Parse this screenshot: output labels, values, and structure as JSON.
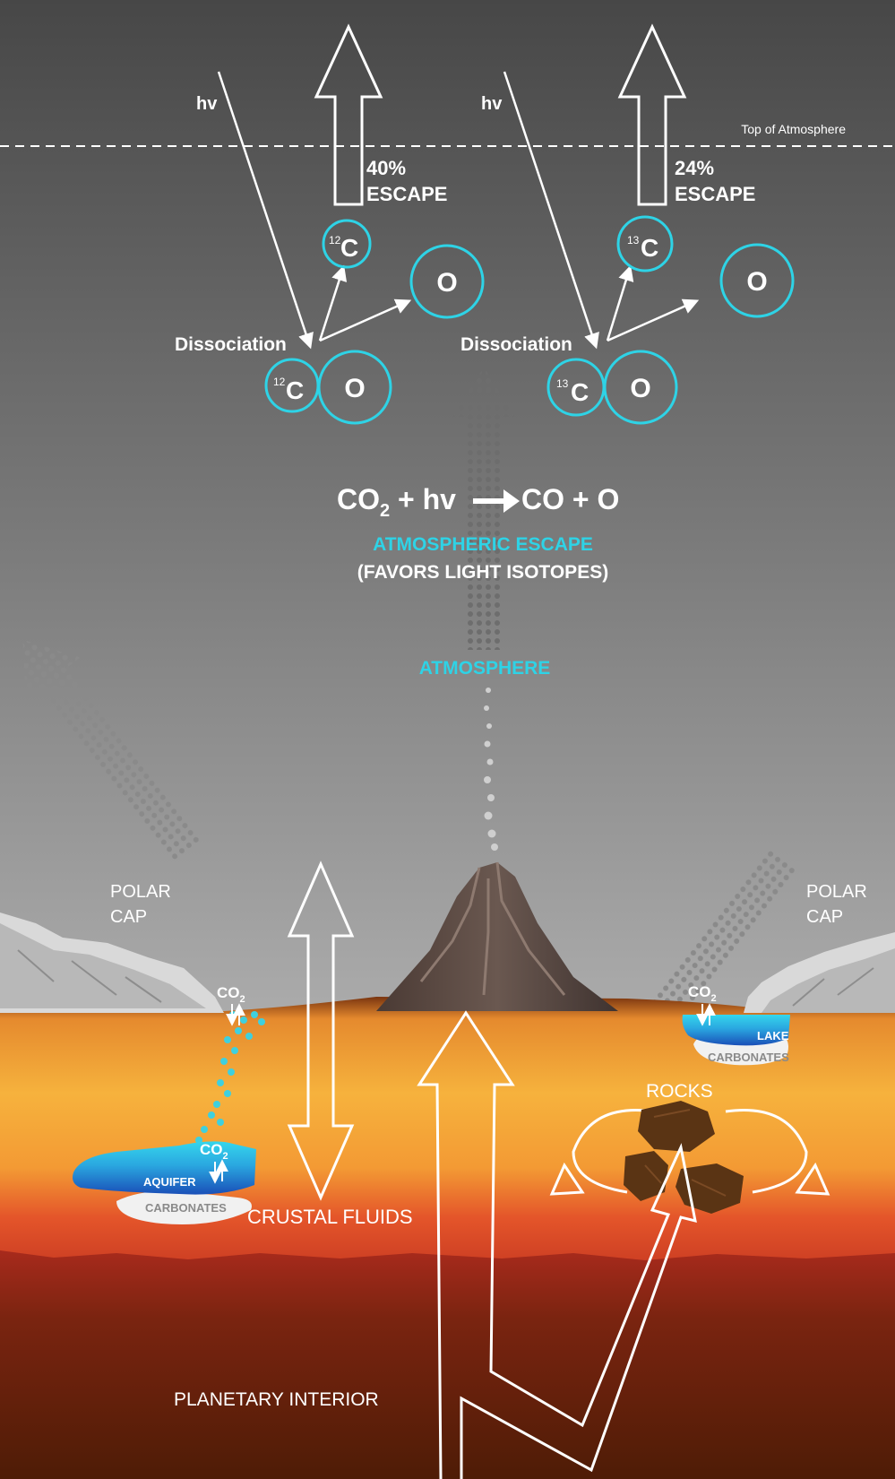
{
  "colors": {
    "sky_top": "#4a4a4a",
    "sky_bottom": "#a8a8a8",
    "accent_cyan": "#2ed3e6",
    "ground_top": "#f2a43a",
    "ground_mid": "#e8602a",
    "interior": "#5c2208",
    "aquifer_blue": "#1f67c9",
    "white": "#ffffff"
  },
  "top": {
    "boundary_label": "Top of Atmosphere",
    "hv": "hv",
    "left_percent": "40%",
    "right_percent": "24%",
    "escape": "ESCAPE"
  },
  "isotopes": {
    "c12_mass": "12",
    "c13_mass": "13",
    "carbon": "C",
    "oxygen": "O"
  },
  "dissociation": "Dissociation",
  "reaction": {
    "reactant": "CO",
    "reactant_sub": "2",
    "rest1": " + hv",
    "product": "CO + O"
  },
  "escape_title": "ATMOSPHERIC ESCAPE",
  "escape_note": "(FAVORS LIGHT ISOTOPES)",
  "atmosphere": "ATMOSPHERE",
  "polar_cap": {
    "line1": "POLAR",
    "line2": "CAP"
  },
  "co2": {
    "main": "CO",
    "sub": "2"
  },
  "aquifer": "AQUIFER",
  "carbonates": "CARBONATES",
  "lake": "LAKE",
  "rocks": "ROCKS",
  "crustal_fluids": "CRUSTAL FLUIDS",
  "planetary_interior": "PLANETARY INTERIOR"
}
